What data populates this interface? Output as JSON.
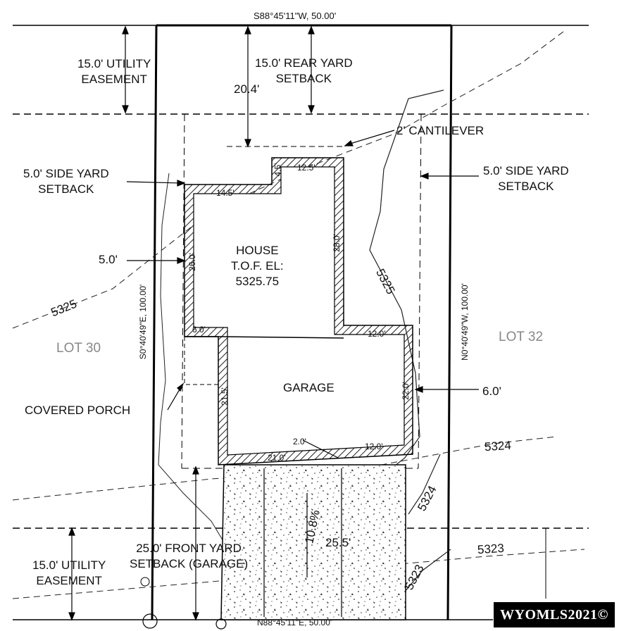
{
  "title_bearing_top": "S88°45'11\"W, 50.00'",
  "bearing_bottom": "N88°45'11\"E, 50.00'",
  "bearing_left": "S0°40'49\"E, 100.00'",
  "bearing_right": "N0°40'49\"W, 100.00'",
  "labels": {
    "utility_easement_top": [
      "15.0' UTILITY",
      "EASEMENT"
    ],
    "rear_yard": [
      "15.0' REAR YARD",
      "SETBACK"
    ],
    "rear_dim": "20.4'",
    "cantilever": "2' CANTILEVER",
    "side_yard_left": [
      "5.0' SIDE YARD",
      "SETBACK"
    ],
    "side_yard_right": [
      "5.0' SIDE YARD",
      "SETBACK"
    ],
    "left_offset": "5.0'",
    "right_offset": "6.0'",
    "lot_left": "LOT 30",
    "lot_right": "LOT 32",
    "house": [
      "HOUSE",
      "T.O.F. EL:",
      "5325.75"
    ],
    "garage": "GARAGE",
    "covered_porch": "COVERED PORCH",
    "front_yard": [
      "25.0' FRONT YARD",
      "SETBACK (GARAGE)"
    ],
    "utility_easement_bottom": [
      "15.0' UTILITY",
      "EASEMENT"
    ],
    "driveway_depth": "25.5'",
    "driveway_slope": "10.8%"
  },
  "dimensions": {
    "d4_5": "4.5'",
    "d12_5": "12.5'",
    "d14_5": "14.5'",
    "d26": "26.0'",
    "d28": "28.0'",
    "d6a": "6.0'",
    "d12a": "12.0'",
    "d21_5": "21.5'",
    "d22": "22.0'",
    "d2": "2.0'",
    "d21": "21.0'",
    "d12b": "12.0'"
  },
  "contours": {
    "c5325a": "5325",
    "c5325b": "5325",
    "c5324a": "5324",
    "c5324b": "5324",
    "c5323a": "5323",
    "c5323b": "5323"
  },
  "watermark": "WYOMLS2021©"
}
